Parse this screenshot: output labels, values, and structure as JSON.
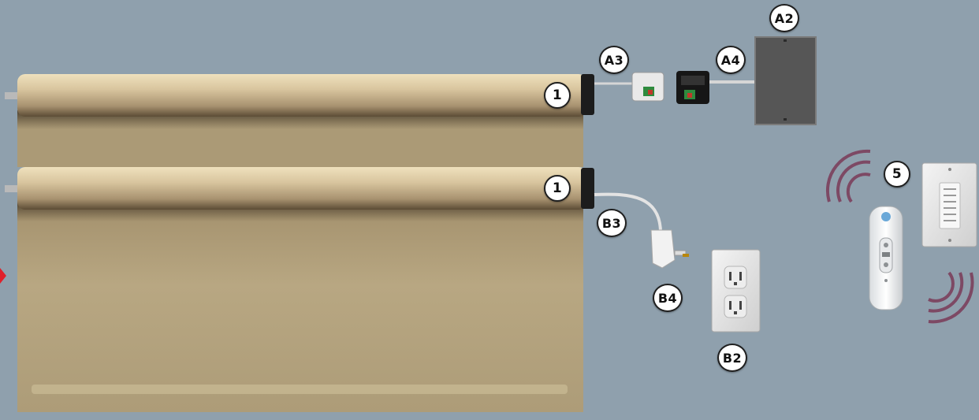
{
  "labels": {
    "motor_top": "1",
    "motor_bottom": "1",
    "a2": "A2",
    "a3": "A3",
    "a4": "A4",
    "b2": "B2",
    "b3": "B3",
    "b4": "B4",
    "five": "5"
  },
  "colors": {
    "background": "#8fa0ad",
    "fabric": "#b5a37f",
    "roller": "#d4c39d",
    "signal_waves": "#7a3a58",
    "arrow": "#e0202a"
  }
}
